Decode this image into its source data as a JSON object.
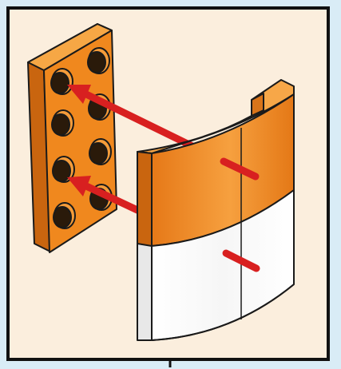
{
  "colors": {
    "background": "#d9ecf6",
    "panel": "#fbeedd",
    "panel_border": "#111111",
    "brick_orange": "#f0881e",
    "brick_orange_dark": "#c9650f",
    "brick_orange_side": "#d8741a",
    "stud_dark": "#2a1a0a",
    "white_part": "#ffffff",
    "arrow_red": "#d82020",
    "outline": "#1a1a1a"
  },
  "icons": {
    "plate": "orange-2x4-plate",
    "curved_panel": "curved-panel-orange-white",
    "arrows": "assembly-arrows"
  }
}
